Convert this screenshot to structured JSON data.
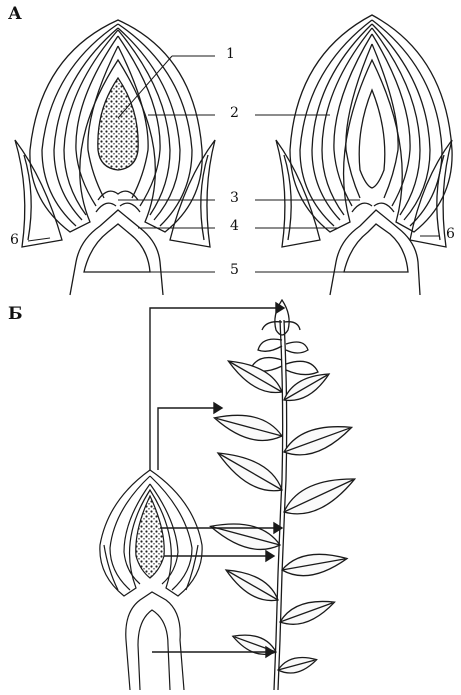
{
  "panels": {
    "a": {
      "letter": "А"
    },
    "b": {
      "letter": "Б"
    }
  },
  "callouts": {
    "c1": "1",
    "c2": "2",
    "c3": "3",
    "c4": "4",
    "c5": "5",
    "c6_left": "6",
    "c6_right": "6"
  }
}
